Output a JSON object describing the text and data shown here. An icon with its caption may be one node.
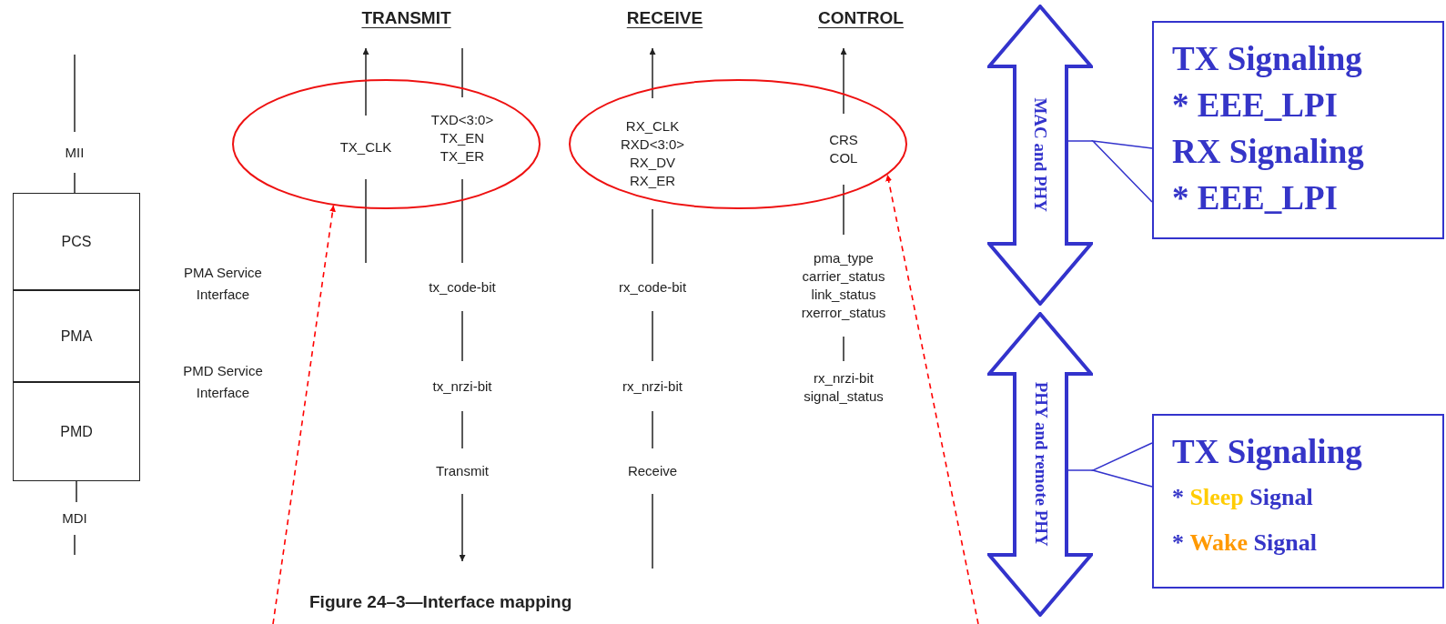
{
  "diagram": {
    "caption": "Figure 24–3—Interface mapping",
    "nodes": [
      {
        "text": [
          "PCS"
        ]
      },
      {
        "text": [
          "PMA"
        ]
      },
      {
        "text": [
          "PMD"
        ]
      },
      {
        "text": [
          "MII"
        ]
      },
      {
        "text": [
          "MDI"
        ]
      },
      {
        "text": [],
        "shape": "ellipse"
      },
      {
        "text": [
          "TX_CLK"
        ],
        "in": 5
      },
      {
        "text": [
          "TXD<3:0> TX_EN TX_ER"
        ],
        "in": 5
      },
      {
        "text": [
          "tx_code-bit"
        ]
      },
      {
        "text": [
          "tx_nrzi-bit"
        ]
      },
      {
        "text": [
          "Transmit"
        ]
      },
      {
        "text": [],
        "shape": "ellipse"
      },
      {
        "text": [
          "RX_CLK RXD<3:0> RX_DV RX_ER"
        ],
        "in": 11
      },
      {
        "text": [
          "CRS COL"
        ],
        "in": 11
      },
      {
        "text": [
          "rx_code-bit"
        ]
      },
      {
        "text": [
          "rx_nrzi-bit"
        ]
      },
      {
        "text": [
          "Receive"
        ]
      },
      {
        "text": [
          "pma_type carrier_status link_status rxerror_status"
        ]
      },
      {
        "text": [
          "rx_nrzi-bit signal_status"
        ]
      },
      {
        "text": [
          "MAC and PHY"
        ]
      },
      {
        "text": [
          "TX Signaling",
          "* EEE_LPI",
          "RX Signaling",
          "* EEE_LPI"
        ]
      },
      {
        "text": [
          "PHY and remote PHY"
        ]
      },
      {
        "text": [
          "TX Signaling",
          "* **Sleep** Signal",
          "* **Wake** Signal"
        ]
      },
      {
        "text": [
          "TRANSMIT"
        ]
      },
      {
        "text": [
          "RECEIVE"
        ]
      },
      {
        "text": [
          "CONTROL"
        ]
      }
    ],
    "edges": [
      {
        "from": 3,
        "to": null,
        "arrow": "none"
      },
      {
        "from": 3,
        "to": 0,
        "arrow": "none"
      },
      {
        "from": 2,
        "to": 4,
        "arrow": "none"
      },
      {
        "from": 4,
        "to": null,
        "arrow": "none"
      },
      {
        "from": 6,
        "to": 23,
        "arrow": "to"
      },
      {
        "from": 6,
        "to": null,
        "arrow": "none"
      },
      {
        "from": 23,
        "to": 7,
        "arrow": "none"
      },
      {
        "from": 7,
        "to": 8,
        "arrow": "none"
      },
      {
        "from": 8,
        "to": 9,
        "arrow": "none"
      },
      {
        "from": 9,
        "to": 10,
        "arrow": "none"
      },
      {
        "from": 10,
        "to": null,
        "arrow": "to"
      },
      {
        "from": 12,
        "to": 24,
        "arrow": "to"
      },
      {
        "from": 12,
        "to": 14,
        "arrow": "none"
      },
      {
        "from": 14,
        "to": 15,
        "arrow": "none"
      },
      {
        "from": 15,
        "to": 16,
        "arrow": "none"
      },
      {
        "from": 16,
        "to": null,
        "arrow": "none"
      },
      {
        "from": 13,
        "to": 25,
        "arrow": "to"
      },
      {
        "from": 13,
        "to": 17,
        "arrow": "none"
      },
      {
        "from": 17,
        "to": 18,
        "arrow": "none"
      },
      {
        "from": null,
        "to": 5,
        "arrow": "to",
        "style": "dashed",
        "color": "#ff0000"
      },
      {
        "from": null,
        "to": 11,
        "arrow": "to",
        "style": "dashed",
        "color": "#ff0000"
      },
      {
        "from": 20,
        "to": 19,
        "arrow": "none",
        "color": "#3333cc"
      },
      {
        "from": 22,
        "to": 21,
        "arrow": "none",
        "color": "#3333cc"
      }
    ],
    "labels": [
      "PMA Service Interface",
      "PMD Service Interface"
    ]
  }
}
